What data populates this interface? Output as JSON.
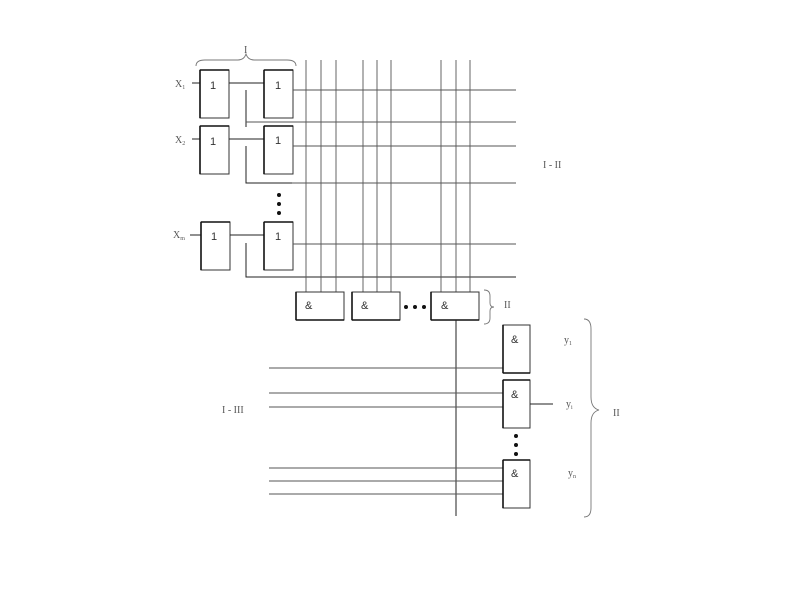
{
  "inputs": [
    {
      "label": "X",
      "sub": "1"
    },
    {
      "label": "X",
      "sub": "2"
    },
    {
      "label": "X",
      "sub": "m"
    }
  ],
  "gate_symbols": {
    "inverter": "1",
    "and": "&"
  },
  "outputs": [
    {
      "label": "y",
      "sub": "1"
    },
    {
      "label": "y",
      "sub": "i"
    },
    {
      "label": "y",
      "sub": "n"
    }
  ],
  "stage_labels": {
    "stage1": "I",
    "stage2": "II",
    "stage3": "II",
    "connection_1_2": "I - II",
    "connection_1_3": "I - III"
  },
  "ellipsis_icon": "three-dots"
}
